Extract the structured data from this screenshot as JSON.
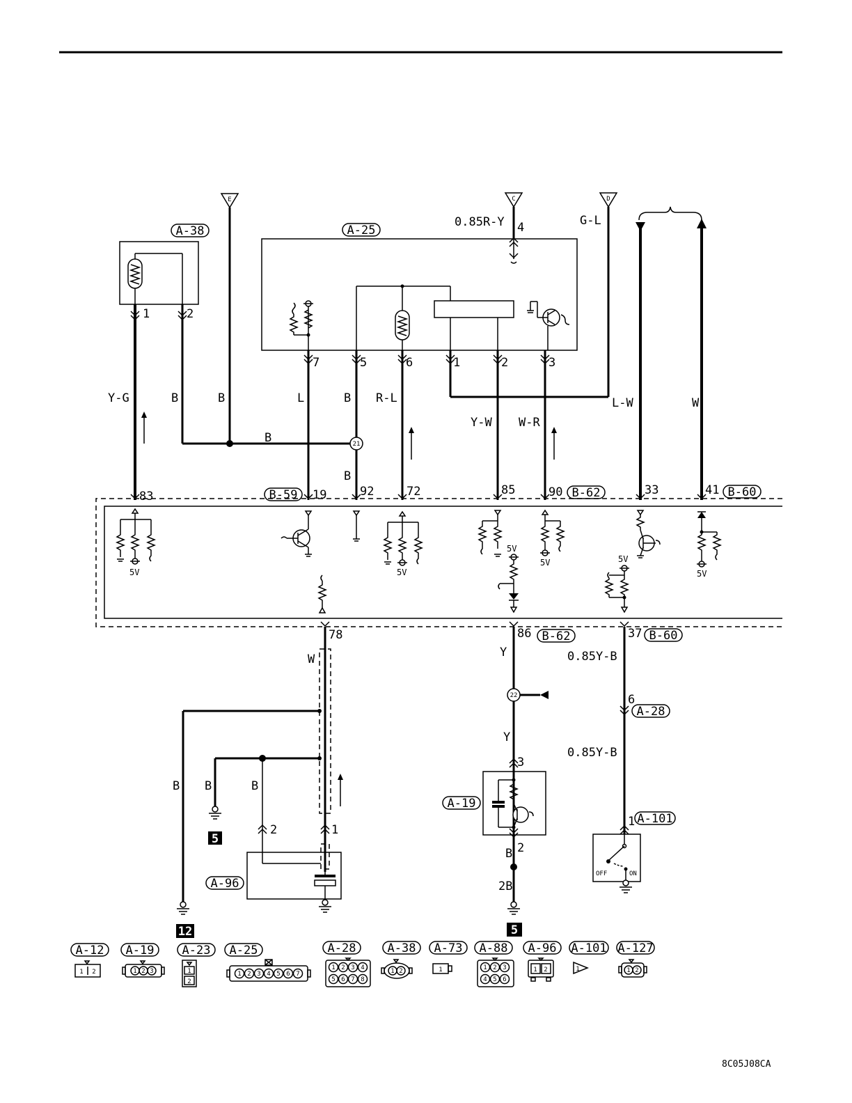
{
  "refs": {
    "A38": "A-38",
    "A25": "A-25",
    "B59": "B-59",
    "B62": "B-62",
    "B60": "B-60",
    "A28": "A-28",
    "A19": "A-19",
    "A101": "A-101",
    "A96": "A-96"
  },
  "terminals": {
    "E": "E",
    "C": "C",
    "D": "D",
    "a38_1": "1",
    "a38_2": "2",
    "a25_4": "4",
    "a25_7": "7",
    "a25_5": "5",
    "a25_6": "6",
    "a25_1": "1",
    "a25_2": "2",
    "a25_3": "3",
    "p83": "83",
    "p19": "19",
    "p92": "92",
    "p72": "72",
    "p85": "85",
    "p90": "90",
    "p33": "33",
    "p41": "41",
    "p78": "78",
    "p86": "86",
    "p37": "37",
    "a28_6": "6",
    "a19_3": "3",
    "a19_2": "2",
    "a101_1": "1",
    "a96_1": "1",
    "a96_2": "2"
  },
  "wires": {
    "c_top": "0.85R-Y",
    "d_top": "G-L",
    "yg": "Y-G",
    "b1": "B",
    "b2": "B",
    "b3": "B",
    "l": "L",
    "b4": "B",
    "rl": "R-L",
    "yw": "Y-W",
    "wr": "W-R",
    "lw": "L-W",
    "w_top": "W",
    "b_junc": "B",
    "b_92": "B",
    "w_78": "W",
    "y_86": "Y",
    "yb_37": "0.85Y-B",
    "y_22": "Y",
    "yb_6": "0.85Y-B",
    "b_left": "B",
    "b_mid": "B",
    "b_96": "B",
    "b_a19": "B",
    "b_2b": "2B"
  },
  "splices": {
    "s21": "21",
    "s22": "22"
  },
  "ground_points": {
    "g5a": "5",
    "g12": "12",
    "g5b": "5"
  },
  "ecu_labels": {
    "v1": "5V",
    "v2": "5V",
    "v3": "5V",
    "v4": "5V",
    "v5": "5V",
    "v6": "5V"
  },
  "switch": {
    "off": "OFF",
    "on": "ON"
  },
  "connectors": [
    {
      "id": "A-12",
      "pins": "1|2"
    },
    {
      "id": "A-19",
      "pins": "1 2 3"
    },
    {
      "id": "A-23",
      "pins": "1 / 2"
    },
    {
      "id": "A-25",
      "pins": "1 2 3 4 5 6 7"
    },
    {
      "id": "A-28",
      "pins": "1 2 3 4 / 5 6 7 8"
    },
    {
      "id": "A-38",
      "pins": "1 2"
    },
    {
      "id": "A-73",
      "pins": "1"
    },
    {
      "id": "A-88",
      "pins": "1 2 3 / 4 5 6"
    },
    {
      "id": "A-96",
      "pins": "1 2"
    },
    {
      "id": "A-101",
      "pins": "1"
    },
    {
      "id": "A-127",
      "pins": "1 2"
    }
  ],
  "connector_pins": {
    "c12": [
      "1",
      "2"
    ],
    "c19": [
      "1",
      "2",
      "3"
    ],
    "c23": [
      "1",
      "2"
    ],
    "c25": [
      "1",
      "2",
      "3",
      "4",
      "5",
      "6",
      "7"
    ],
    "c28": [
      "1",
      "2",
      "3",
      "4",
      "5",
      "6",
      "7",
      "8"
    ],
    "c38": [
      "1",
      "2"
    ],
    "c73": [
      "1"
    ],
    "c88": [
      "1",
      "2",
      "3",
      "4",
      "5",
      "6"
    ],
    "c96": [
      "1",
      "2"
    ],
    "c101": [
      "1"
    ],
    "c127": [
      "1",
      "2"
    ]
  },
  "figure_code": "8C05J08CA"
}
